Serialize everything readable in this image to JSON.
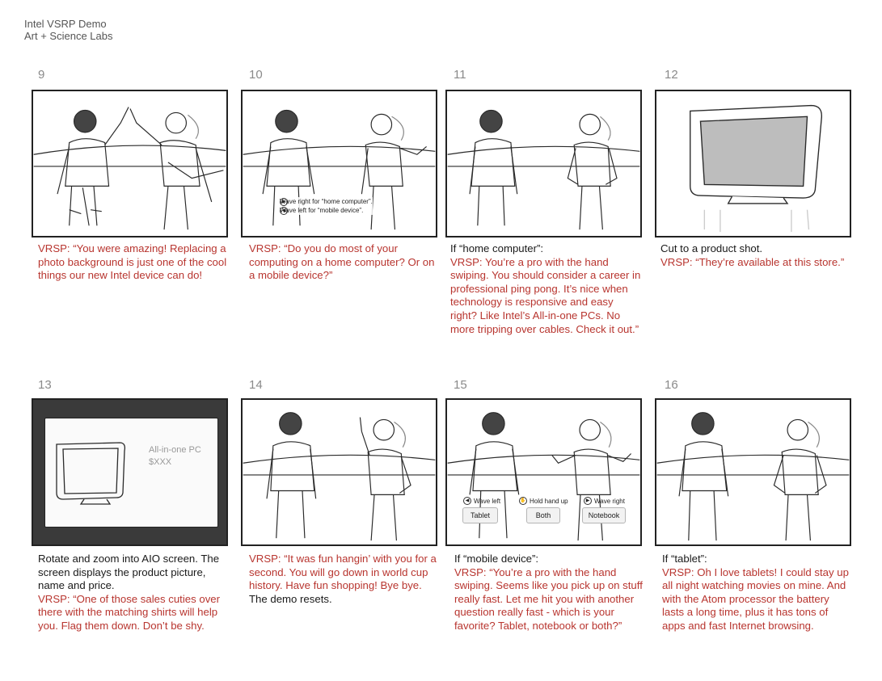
{
  "header": {
    "line1": "Intel VSRP Demo",
    "line2": "Art + Science Labs"
  },
  "panels": [
    {
      "number": "9",
      "caption": [
        {
          "color": "red",
          "text": "VRSP: “You were amazing! Replacing a photo background is just one of the cool things our new Intel device can do!"
        }
      ]
    },
    {
      "number": "10",
      "overlay": {
        "right": "Wave right for “home computer”.",
        "left": "Wave left for “mobile device”."
      },
      "caption": [
        {
          "color": "red",
          "text": "VRSP: “Do you do most of your computing on a home computer? Or on a mobile device?”"
        }
      ]
    },
    {
      "number": "11",
      "caption": [
        {
          "color": "black",
          "text": "If “home computer”:"
        },
        {
          "color": "red",
          "text": "VRSP: You’re a pro with the hand swiping. You should consider a career in professional ping pong. It’s nice when technology is responsive and easy right? Like Intel’s All-in-one PCs. No more tripping over cables. Check it out.”"
        }
      ]
    },
    {
      "number": "12",
      "caption": [
        {
          "color": "black",
          "text": "Cut to a product shot."
        },
        {
          "color": "red",
          "text": "VRSP: “They’re available at this store.”"
        }
      ]
    },
    {
      "number": "13",
      "screen": {
        "product": "All-in-one PC",
        "price": "$XXX"
      },
      "caption": [
        {
          "color": "black",
          "text": "Rotate and zoom into AIO screen. The screen displays the product picture, name and price."
        },
        {
          "color": "red",
          "text": "VRSP: “One of those sales cuties over there with the matching shirts will help you. Flag them down. Don’t be shy."
        }
      ]
    },
    {
      "number": "14",
      "caption": [
        {
          "color": "red",
          "text": "VRSP: “It was fun hangin’ with you for a second. You will go down in world cup history. Have fun shopping! Bye bye."
        },
        {
          "color": "black",
          "text": "The demo resets."
        }
      ]
    },
    {
      "number": "15",
      "options": [
        {
          "hint": "Wave left",
          "label": "Tablet"
        },
        {
          "hint": "Hold hand up",
          "label": "Both"
        },
        {
          "hint": "Wave right",
          "label": "Notebook"
        }
      ],
      "caption": [
        {
          "color": "black",
          "text": "If “mobile device”:"
        },
        {
          "color": "red",
          "text": "VRSP: “You’re a pro with the hand swiping. Seems like you pick up on stuff really fast. Let me hit you with another question really fast - which is your favorite? Tablet, notebook or both?”"
        }
      ]
    },
    {
      "number": "16",
      "caption": [
        {
          "color": "black",
          "text": "If “tablet”:"
        },
        {
          "color": "red",
          "text": "VRSP: Oh I love tablets! I could stay up all night watching movies on mine. And with the Atom processor the battery lasts a long time, plus it has tons of apps and fast Internet browsing."
        }
      ]
    }
  ],
  "colors": {
    "red_text": "#b8352f",
    "frame_border": "#222222",
    "panel_number": "#8a8a8a"
  }
}
